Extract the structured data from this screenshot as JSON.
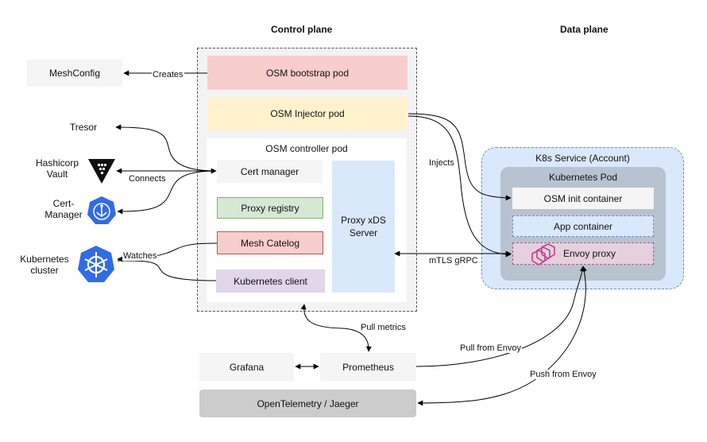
{
  "headers": {
    "control_plane": "Control plane",
    "data_plane": "Data plane"
  },
  "external": {
    "meshconfig": "MeshConfig",
    "tresor": "Tresor",
    "hashicorp_vault": "Hashicorp Vault",
    "cert_manager": "Cert-Manager",
    "kubernetes_cluster": "Kubernetes cluster"
  },
  "control_plane": {
    "bootstrap_pod": "OSM bootstrap pod",
    "injector_pod": "OSM Injector pod",
    "controller_pod": "OSM controller pod",
    "cert_manager": "Cert manager",
    "proxy_registry": "Proxy registry",
    "mesh_catalog": "Mesh Catelog",
    "kubernetes_client": "Kubernetes client",
    "proxy_xds_server": "Proxy xDS Server"
  },
  "data_plane": {
    "k8s_service": "K8s Service (Account)",
    "kubernetes_pod": "Kubernetes Pod",
    "init_container": "OSM init container",
    "app_container": "App container",
    "envoy_proxy": "Envoy proxy"
  },
  "observability": {
    "grafana": "Grafana",
    "prometheus": "Prometheus",
    "tracing": "OpenTelemetry / Jaeger"
  },
  "edges": {
    "creates": "Creates",
    "connects": "Connects",
    "watches": "Watches",
    "injects": "Injects",
    "mtls": "mTLS gRPC",
    "pull_metrics": "Pull metrics",
    "pull_from_envoy": "Pull from Envoy",
    "push_from_envoy": "Push from Envoy"
  },
  "colors": {
    "bootstrap": "#f8cecc",
    "injector": "#fff2cc",
    "controller_component": "#f5f5f5",
    "proxy_registry": "#d5e8d4",
    "mesh_catalog": "#f8cecc",
    "kubernetes_client": "#e1d5e7",
    "xds_server": "#dae8fc",
    "service": "#dae8fc",
    "pod": "#b7c3d0",
    "envoy": "#e6d0de",
    "tracing": "#cccccc"
  }
}
